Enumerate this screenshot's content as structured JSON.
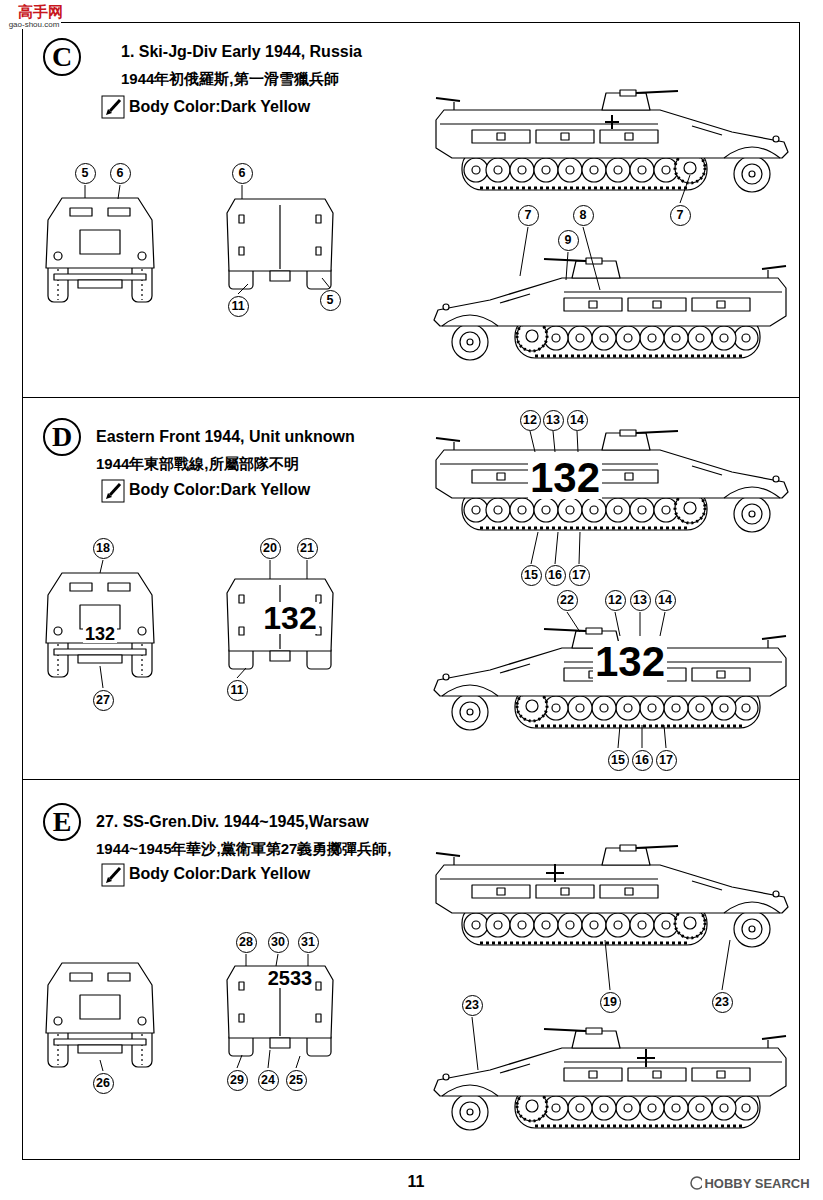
{
  "diagram": {
    "nodes": [
      {
        "text": [
          "1. Ski-Jg-Div Early 1944, Russia",
          "1944年初俄羅斯,第一滑雪獵兵師",
          "Body Color:Dark Yellow"
        ]
      },
      {
        "text": [
          "C"
        ],
        "in": 0
      },
      {
        "text": [
          "Eastern Front 1944, Unit unknown",
          "1944年東部戰線,所屬部隊不明",
          "Body Color:Dark Yellow"
        ]
      },
      {
        "text": [
          "D"
        ],
        "in": 2
      },
      {
        "text": [
          "27. SS-Gren.Div. 1944~1945,Warsaw",
          "1944~1945年華沙,黨衛軍第27義勇擲彈兵師,",
          "Body Color:Dark Yellow"
        ]
      },
      {
        "text": [
          "E"
        ],
        "in": 4
      }
    ],
    "labels": [
      "高手网",
      "gao-shou.com",
      "5",
      "6",
      "6",
      "11",
      "5",
      "7",
      "8",
      "7",
      "9",
      "12",
      "13",
      "14",
      "15",
      "16",
      "17",
      "22",
      "12",
      "13",
      "14",
      "15",
      "16",
      "17",
      "18",
      "27",
      "20",
      "21",
      "11",
      "132",
      "132",
      "132",
      "132",
      "19",
      "23",
      "23",
      "26",
      "28",
      "30",
      "31",
      "29",
      "24",
      "25",
      "2533",
      "11",
      "HOBBY SEARCH"
    ]
  }
}
